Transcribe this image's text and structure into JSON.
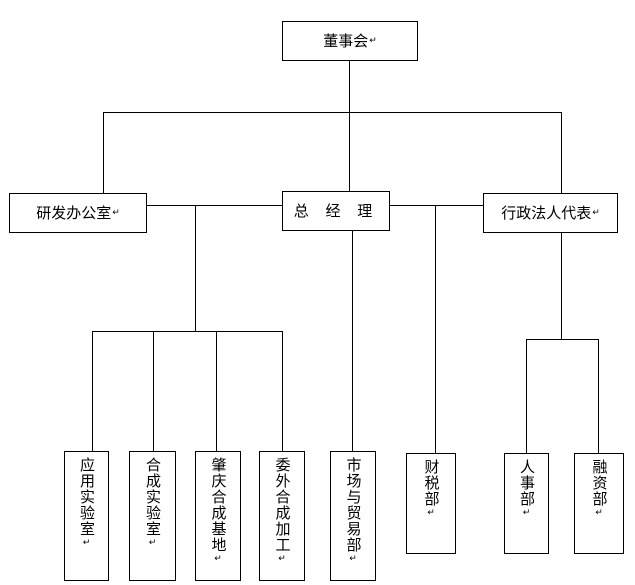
{
  "diagram": {
    "nodes": {
      "board": "董事会",
      "rnd_office": "研发办公室",
      "general_manager": "总 经 理",
      "legal_rep": "行政法人代表",
      "app_lab": "应用实验室",
      "synthesis_lab": "合成实验室",
      "zhaoqing_base": "肇庆合成基地",
      "outsourced": "委外合成加工",
      "market_trade": "市场与贸易部",
      "finance_tax": "财税部",
      "hr": "人事部",
      "financing": "融资部"
    },
    "paragraph_mark": "↵",
    "paragraph_mark_small": "↵"
  }
}
